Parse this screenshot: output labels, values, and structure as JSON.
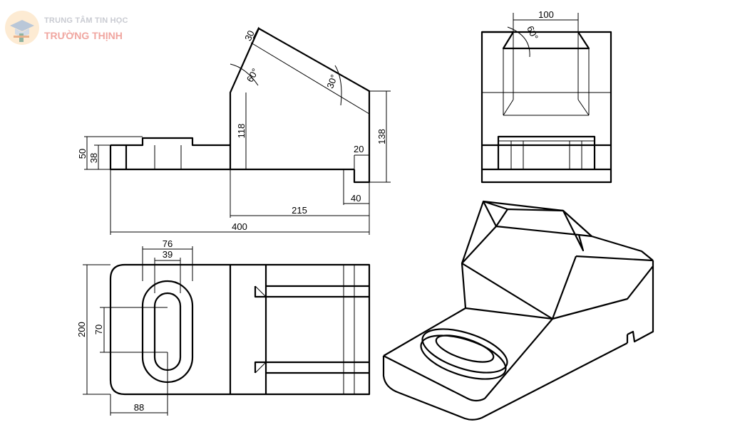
{
  "logo": {
    "line1": "TRUNG TÂM TIN HỌC",
    "line2": "TRƯỜNG THỊNH",
    "icon": "graduation-cap-icon",
    "colors": {
      "circle": "#fdebd3",
      "text1": "#c9cbd2",
      "text2": "#f0a6a0"
    }
  },
  "dimensions": {
    "front": {
      "d50": "50",
      "d38": "38",
      "d118": "118",
      "d138": "138",
      "d20": "20",
      "d40": "40",
      "d215": "215",
      "d400": "400",
      "a30_len": "30",
      "a60": "60°",
      "a30": "30°"
    },
    "side": {
      "d100": "100",
      "a60": "60°"
    },
    "top": {
      "d76": "76",
      "d39": "39",
      "d200": "200",
      "d70": "70",
      "d88": "88"
    }
  }
}
